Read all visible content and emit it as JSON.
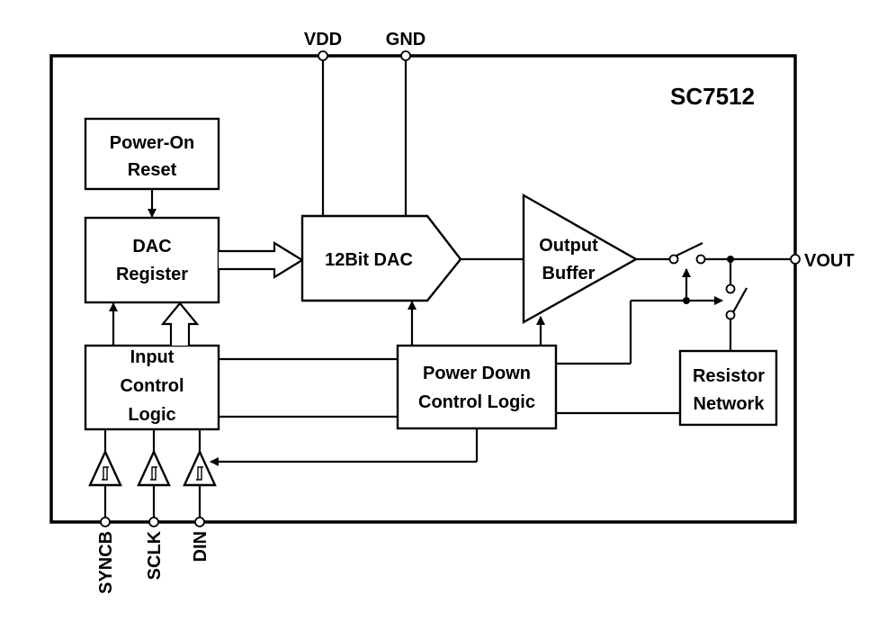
{
  "chip": {
    "part_number": "SC7512"
  },
  "pins": {
    "vdd": "VDD",
    "gnd": "GND",
    "vout": "VOUT",
    "syncb": "SYNCB",
    "sclk": "SCLK",
    "din": "DIN"
  },
  "blocks": {
    "power_on_reset": {
      "line1": "Power-On",
      "line2": "Reset"
    },
    "dac_register": {
      "line1": "DAC",
      "line2": "Register"
    },
    "dac": {
      "label": "12Bit DAC"
    },
    "output_buffer": {
      "line1": "Output",
      "line2": "Buffer"
    },
    "input_control_logic": {
      "line1": "Input",
      "line2": "Control",
      "line3": "Logic"
    },
    "power_down_control_logic": {
      "line1": "Power Down",
      "line2": "Control Logic"
    },
    "resistor_network": {
      "line1": "Resistor",
      "line2": "Network"
    }
  }
}
